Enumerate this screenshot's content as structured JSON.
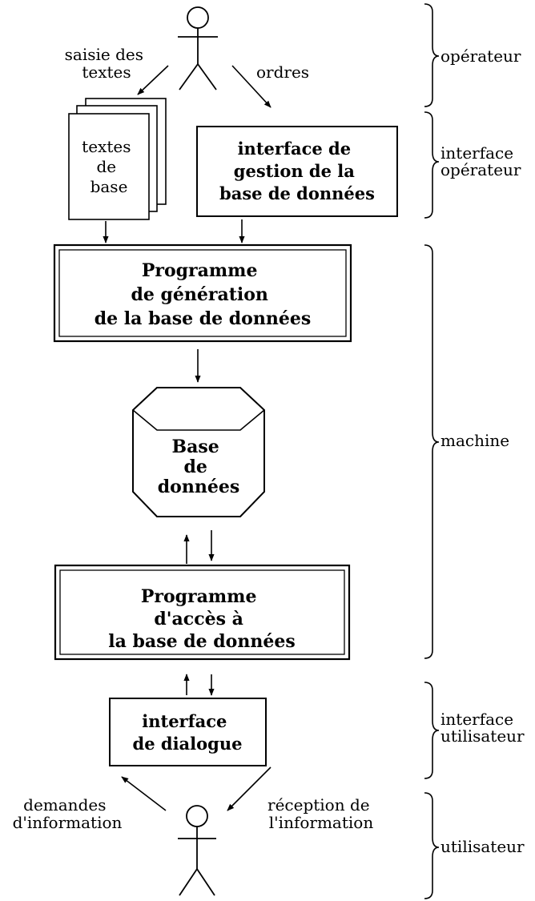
{
  "operator": {
    "label_input": [
      "saisie des",
      "textes"
    ],
    "label_orders": "ordres",
    "texts_box": [
      "textes",
      "de",
      "base"
    ],
    "mgmt_interface_box": [
      "interface de",
      "gestion de la",
      "base de données"
    ]
  },
  "machine": {
    "generation_program": [
      "Programme",
      "de génération",
      "de la base de données"
    ],
    "database": [
      "Base",
      "de",
      "données"
    ],
    "access_program": [
      "Programme",
      "d'accès à",
      "la base de données"
    ]
  },
  "user": {
    "dialog_interface": [
      "interface",
      "de dialogue"
    ],
    "label_requests": [
      "demandes",
      "d'information"
    ],
    "label_reception": [
      "réception de",
      "l'information"
    ]
  },
  "layers": {
    "operator": [
      "opérateur"
    ],
    "operator_interface": [
      "interface",
      "opérateur"
    ],
    "machine": [
      "machine"
    ],
    "user_interface": [
      "interface",
      "utilisateur"
    ],
    "user": [
      "utilisateur"
    ]
  }
}
